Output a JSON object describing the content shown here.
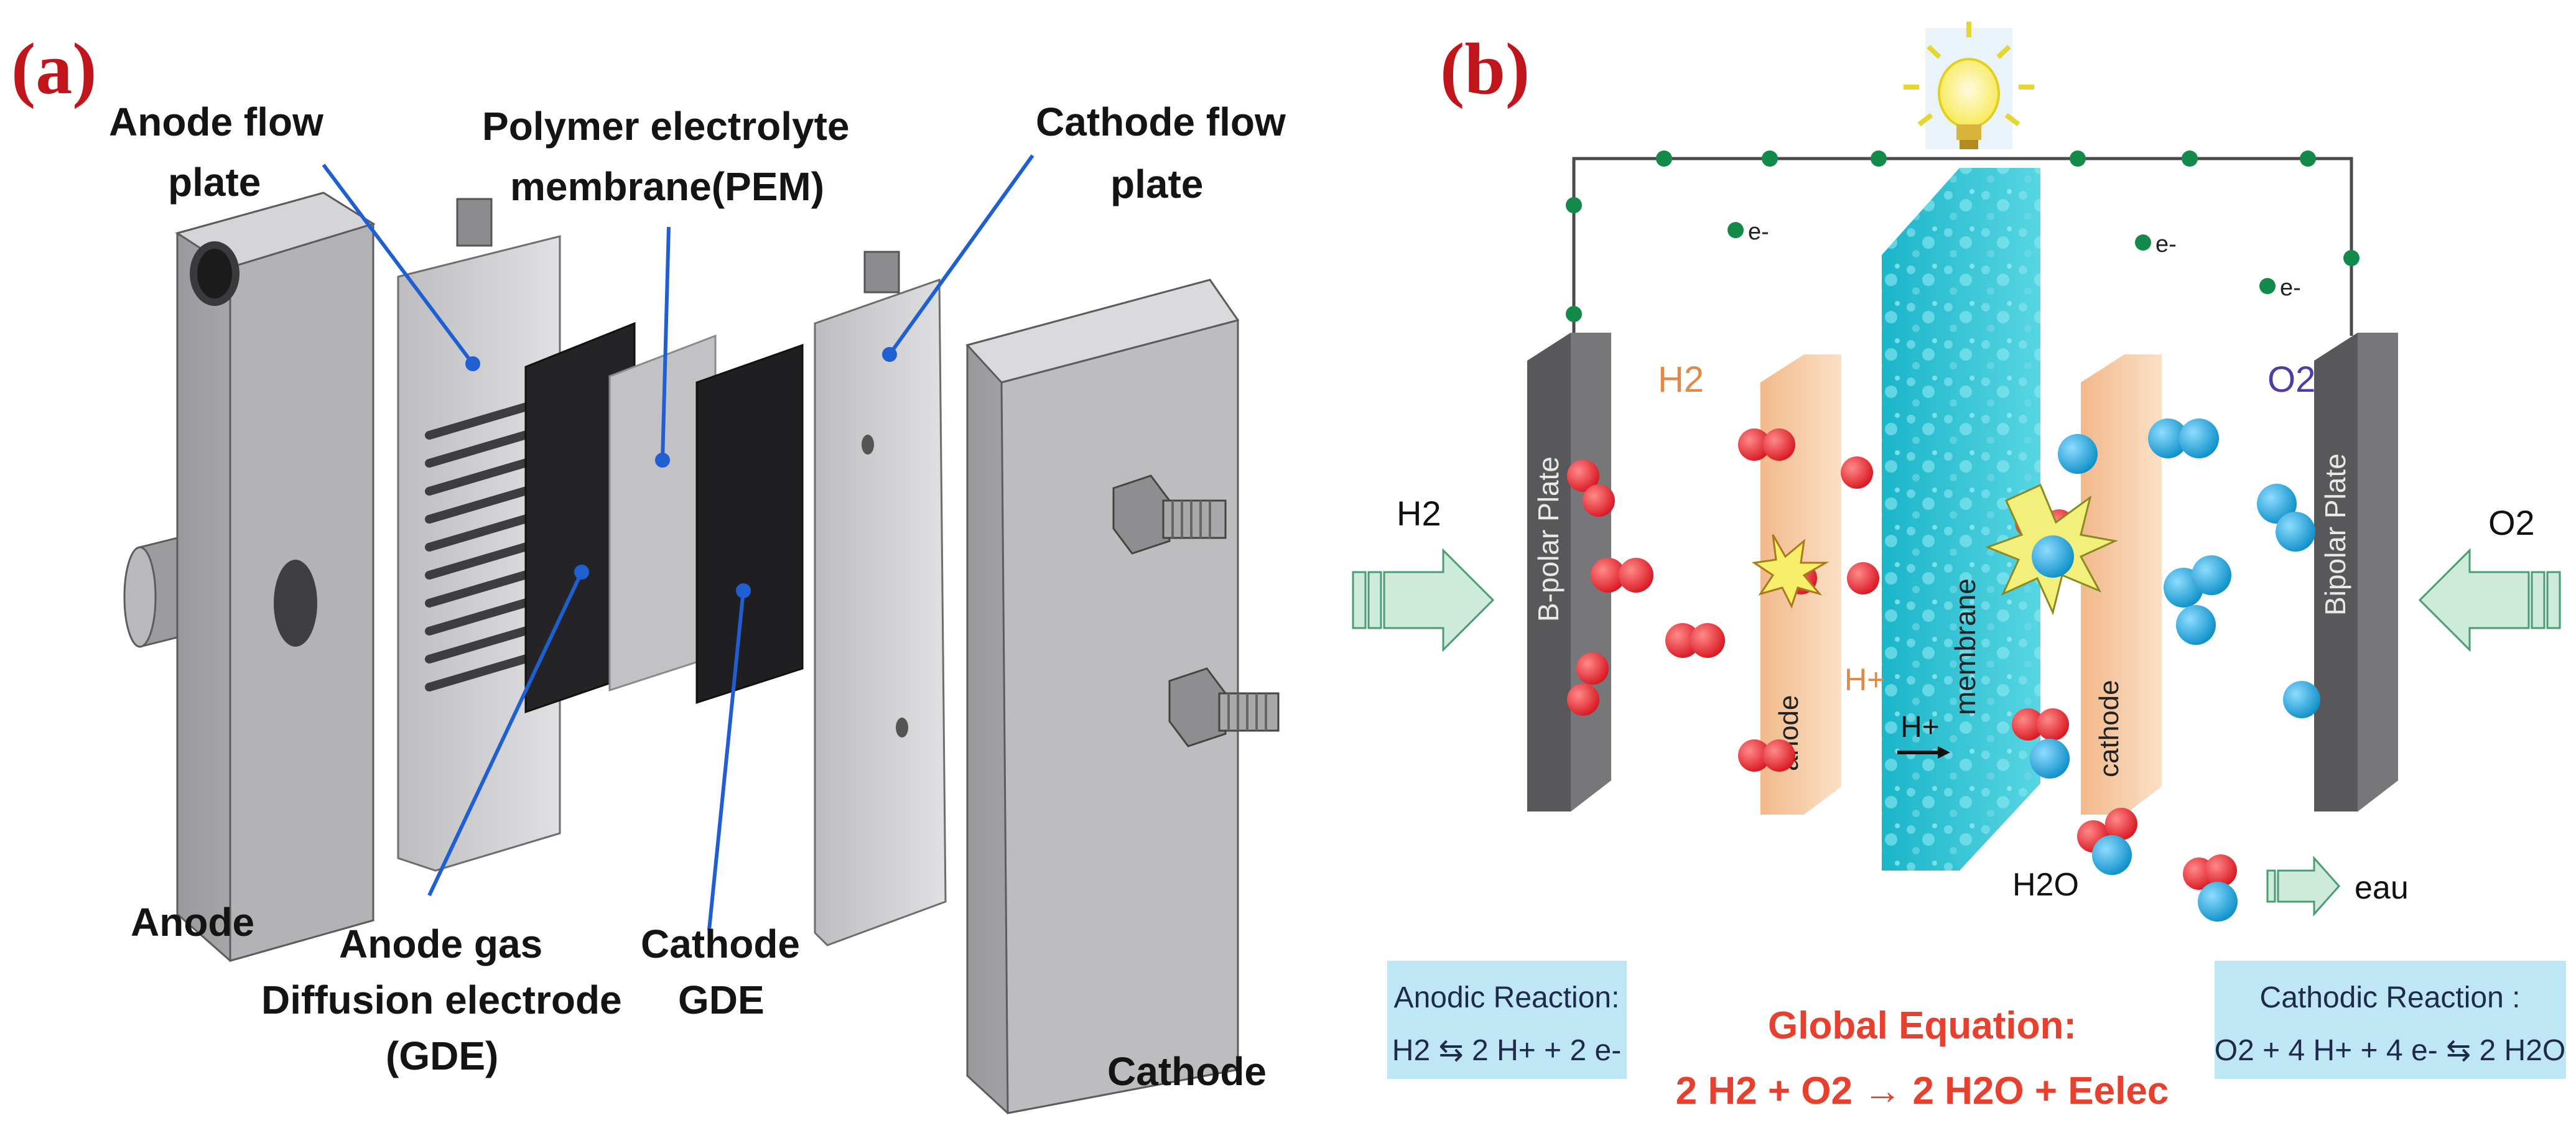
{
  "panel_a": {
    "label": "(a)",
    "labels": {
      "anode_flow_plate_1": "Anode flow",
      "anode_flow_plate_2": "plate",
      "pem_1": "Polymer electrolyte",
      "pem_2": "membrane(PEM)",
      "cathode_flow_plate_1": "Cathode flow",
      "cathode_flow_plate_2": "plate",
      "anode": "Anode",
      "anode_gde_1": "Anode gas",
      "anode_gde_2": "Diffusion electrode",
      "anode_gde_3": "(GDE)",
      "cathode_gde_1": "Cathode",
      "cathode_gde_2": "GDE",
      "cathode": "Cathode"
    }
  },
  "panel_b": {
    "label": "(b)",
    "labels": {
      "h2_in": "H2",
      "o2_in": "O2",
      "h2_top": "H2",
      "o2_top": "O2",
      "bipolar_left": "B-polar Plate",
      "bipolar_right": "Bipolar Plate",
      "anode": "anode",
      "membrane": "membrane",
      "cathode": "cathode",
      "h_plus_1": "H+",
      "h_plus_2": "H+",
      "electron": "e-",
      "h2o": "H2O",
      "eau": "eau"
    },
    "anodic_box": {
      "title": "Anodic Reaction:",
      "equation": "H2 ⇆ 2 H+ + 2 e-"
    },
    "cathodic_box": {
      "title": "Cathodic Reaction :",
      "equation": "O2 + 4 H+ + 4 e- ⇆ 2 H2O"
    },
    "global": {
      "title": "Global Equation:",
      "equation": "2 H2 + O2 → 2 H2O + Eelec"
    }
  },
  "colors": {
    "panel_label": "#c0161b",
    "hydrogen": "#e8252c",
    "oxygen": "#1aa3d9",
    "membrane": "#2ec4d6",
    "electrode": "#f5c9a0",
    "bipolar_plate": "#6d6d70",
    "electron_dot": "#138a4a",
    "arrow_fill": "#cdebd8",
    "equation_box": "#bfe6f5",
    "global_eq": "#e8402e"
  }
}
